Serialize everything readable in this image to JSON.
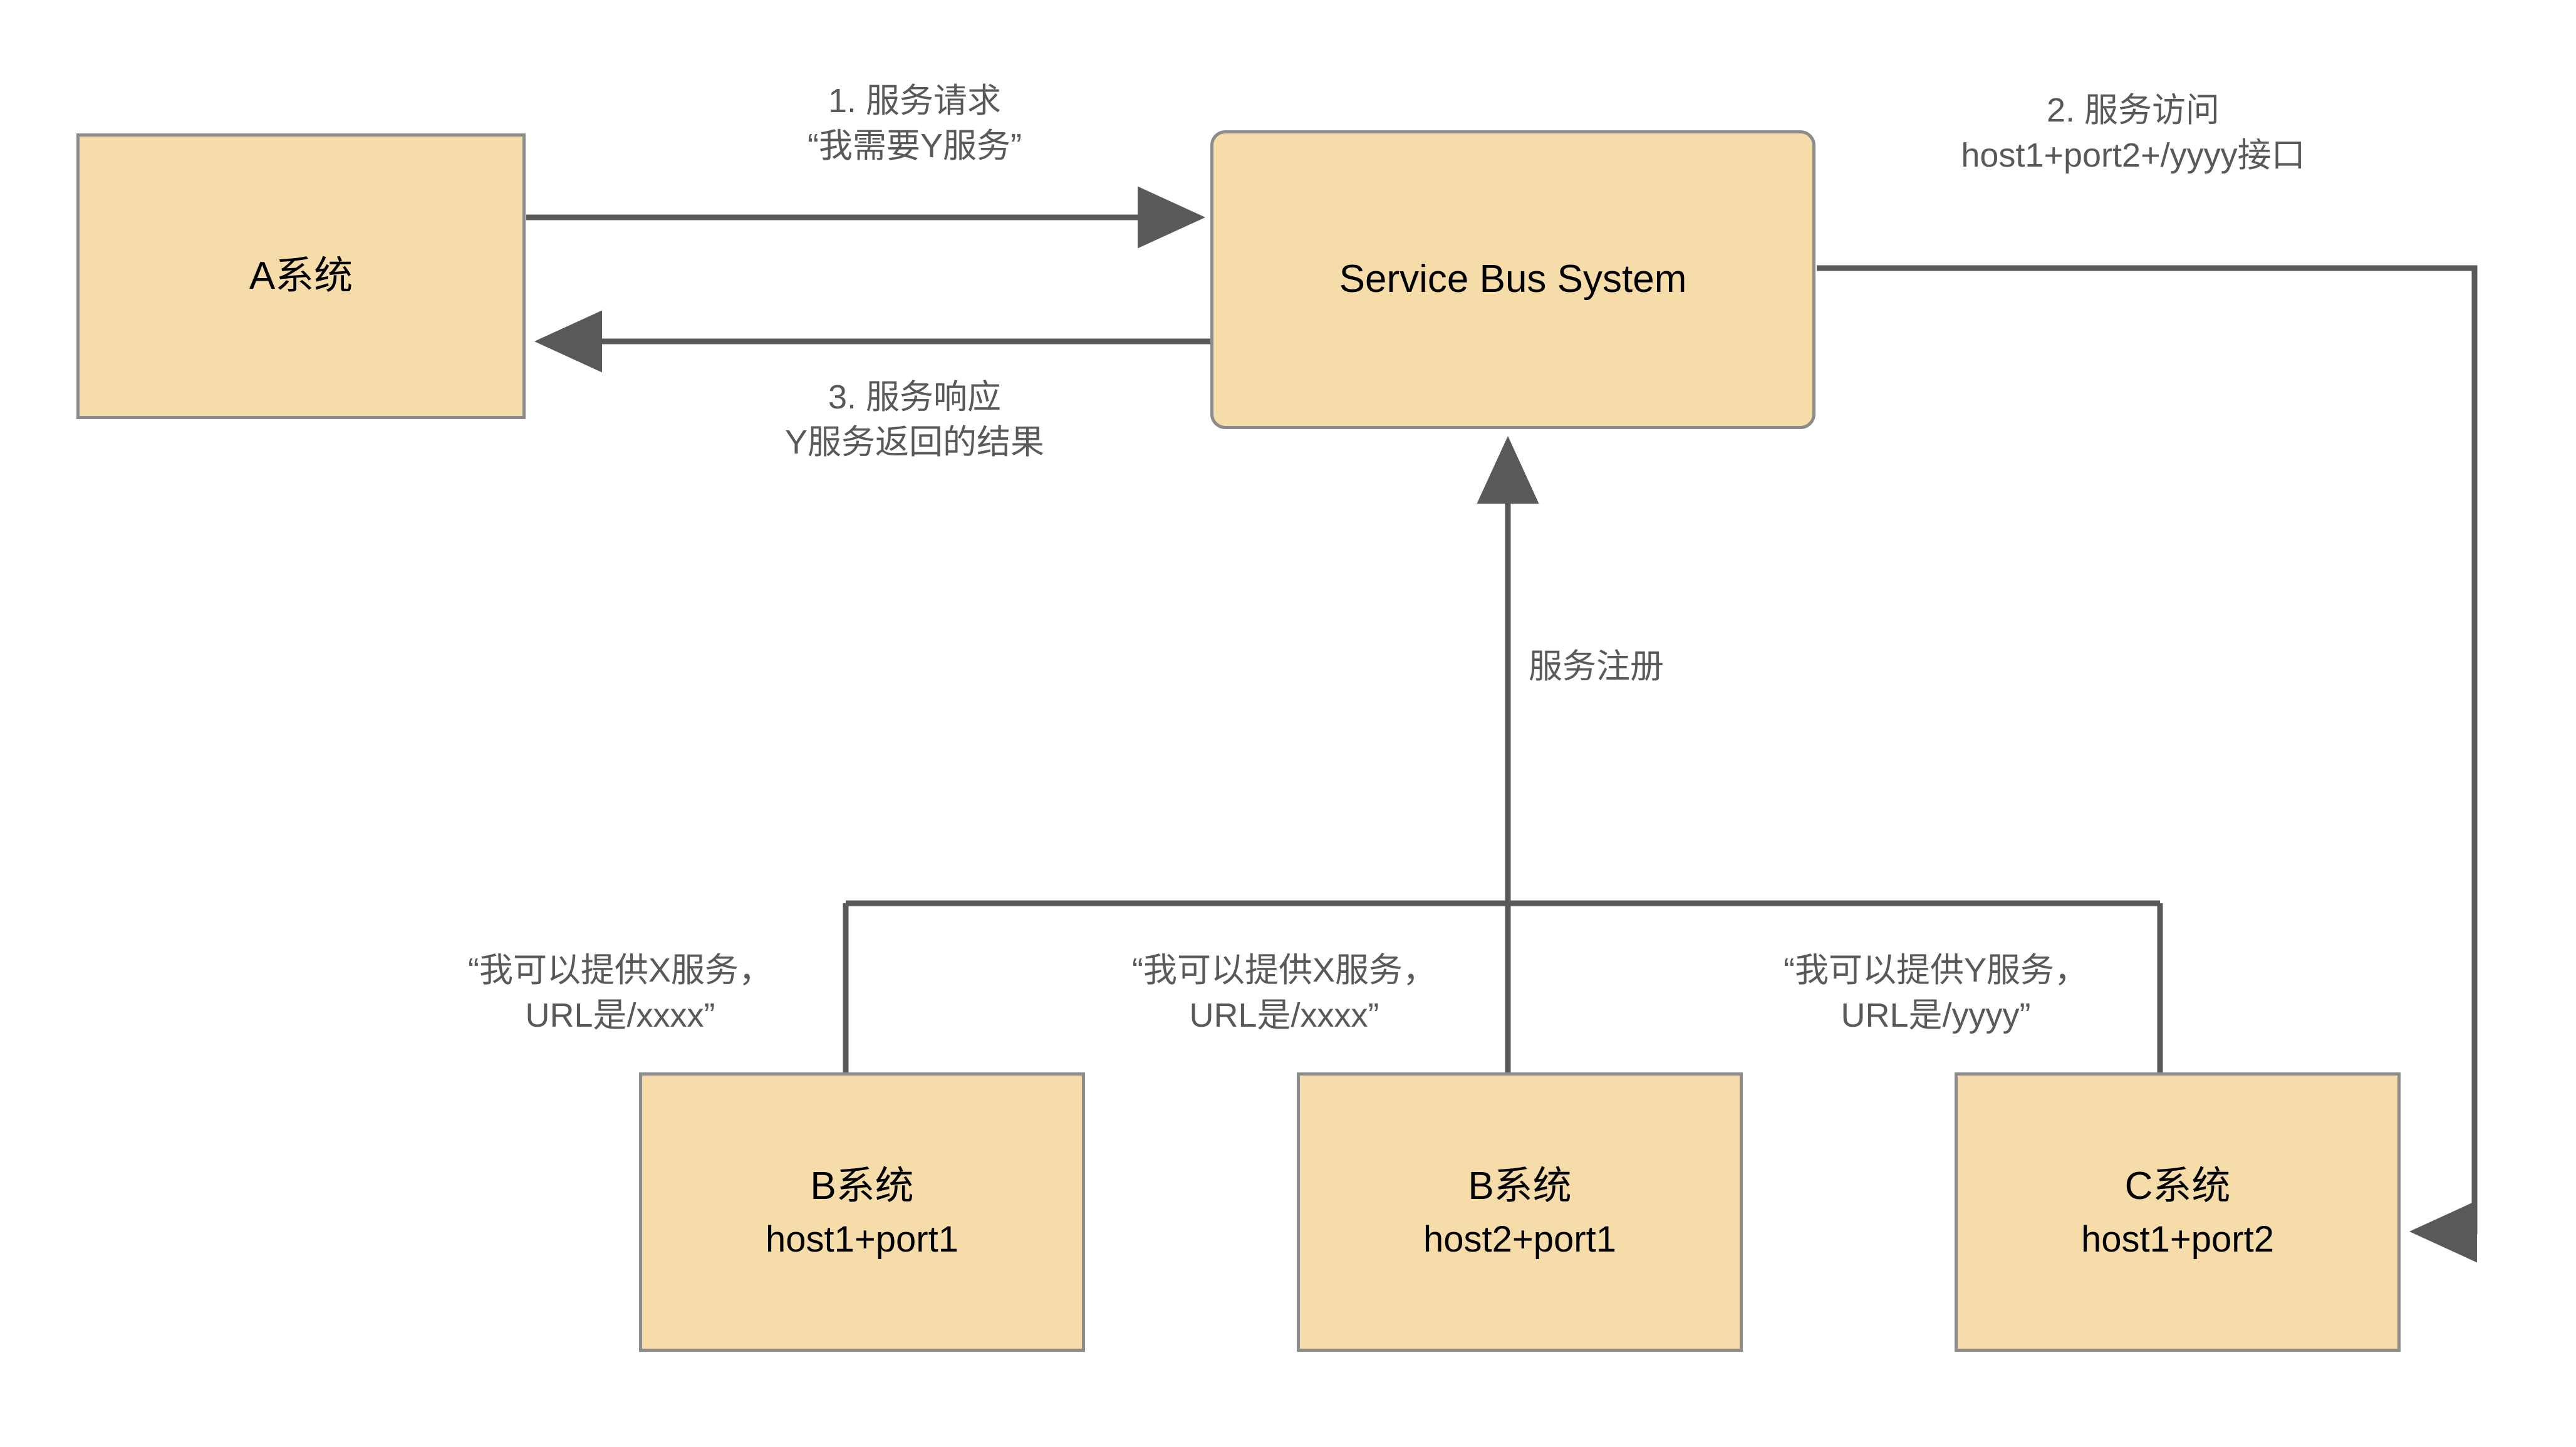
{
  "diagram": {
    "type": "service-bus-architecture",
    "background": "#ffffff",
    "node_fill": "#F5DCA9",
    "node_stroke": "#8C8C8C",
    "edge_color": "#595959",
    "nodes": [
      {
        "id": "a-system",
        "title": "A系统",
        "subtitle": "",
        "shape": "rect"
      },
      {
        "id": "service-bus",
        "title": "Service Bus System",
        "subtitle": "",
        "shape": "rounded-rect"
      },
      {
        "id": "b-system-1",
        "title": "B系统",
        "subtitle": "host1+port1",
        "shape": "rect"
      },
      {
        "id": "b-system-2",
        "title": "B系统",
        "subtitle": "host2+port1",
        "shape": "rect"
      },
      {
        "id": "c-system",
        "title": "C系统",
        "subtitle": "host1+port2",
        "shape": "rect"
      }
    ],
    "edges": [
      {
        "id": "service-request",
        "from": "a-system",
        "to": "service-bus",
        "line1": "1. 服务请求",
        "line2": "“我需要Y服务”"
      },
      {
        "id": "service-response",
        "from": "service-bus",
        "to": "a-system",
        "line1": "3. 服务响应",
        "line2": "Y服务返回的结果"
      },
      {
        "id": "service-access",
        "from": "service-bus",
        "to": "c-system",
        "line1": "2. 服务访问",
        "line2": "host1+port2+/yyyy接口"
      },
      {
        "id": "service-register",
        "from": "providers",
        "to": "service-bus",
        "line1": "服务注册",
        "line2": ""
      },
      {
        "id": "register-b1",
        "from": "b-system-1",
        "to": "service-bus",
        "line1": "“我可以提供X服务，",
        "line2": "URL是/xxxx”"
      },
      {
        "id": "register-b2",
        "from": "b-system-2",
        "to": "service-bus",
        "line1": "“我可以提供X服务，",
        "line2": "URL是/xxxx”"
      },
      {
        "id": "register-c",
        "from": "c-system",
        "to": "service-bus",
        "line1": "“我可以提供Y服务，",
        "line2": "URL是/yyyy”"
      }
    ]
  }
}
